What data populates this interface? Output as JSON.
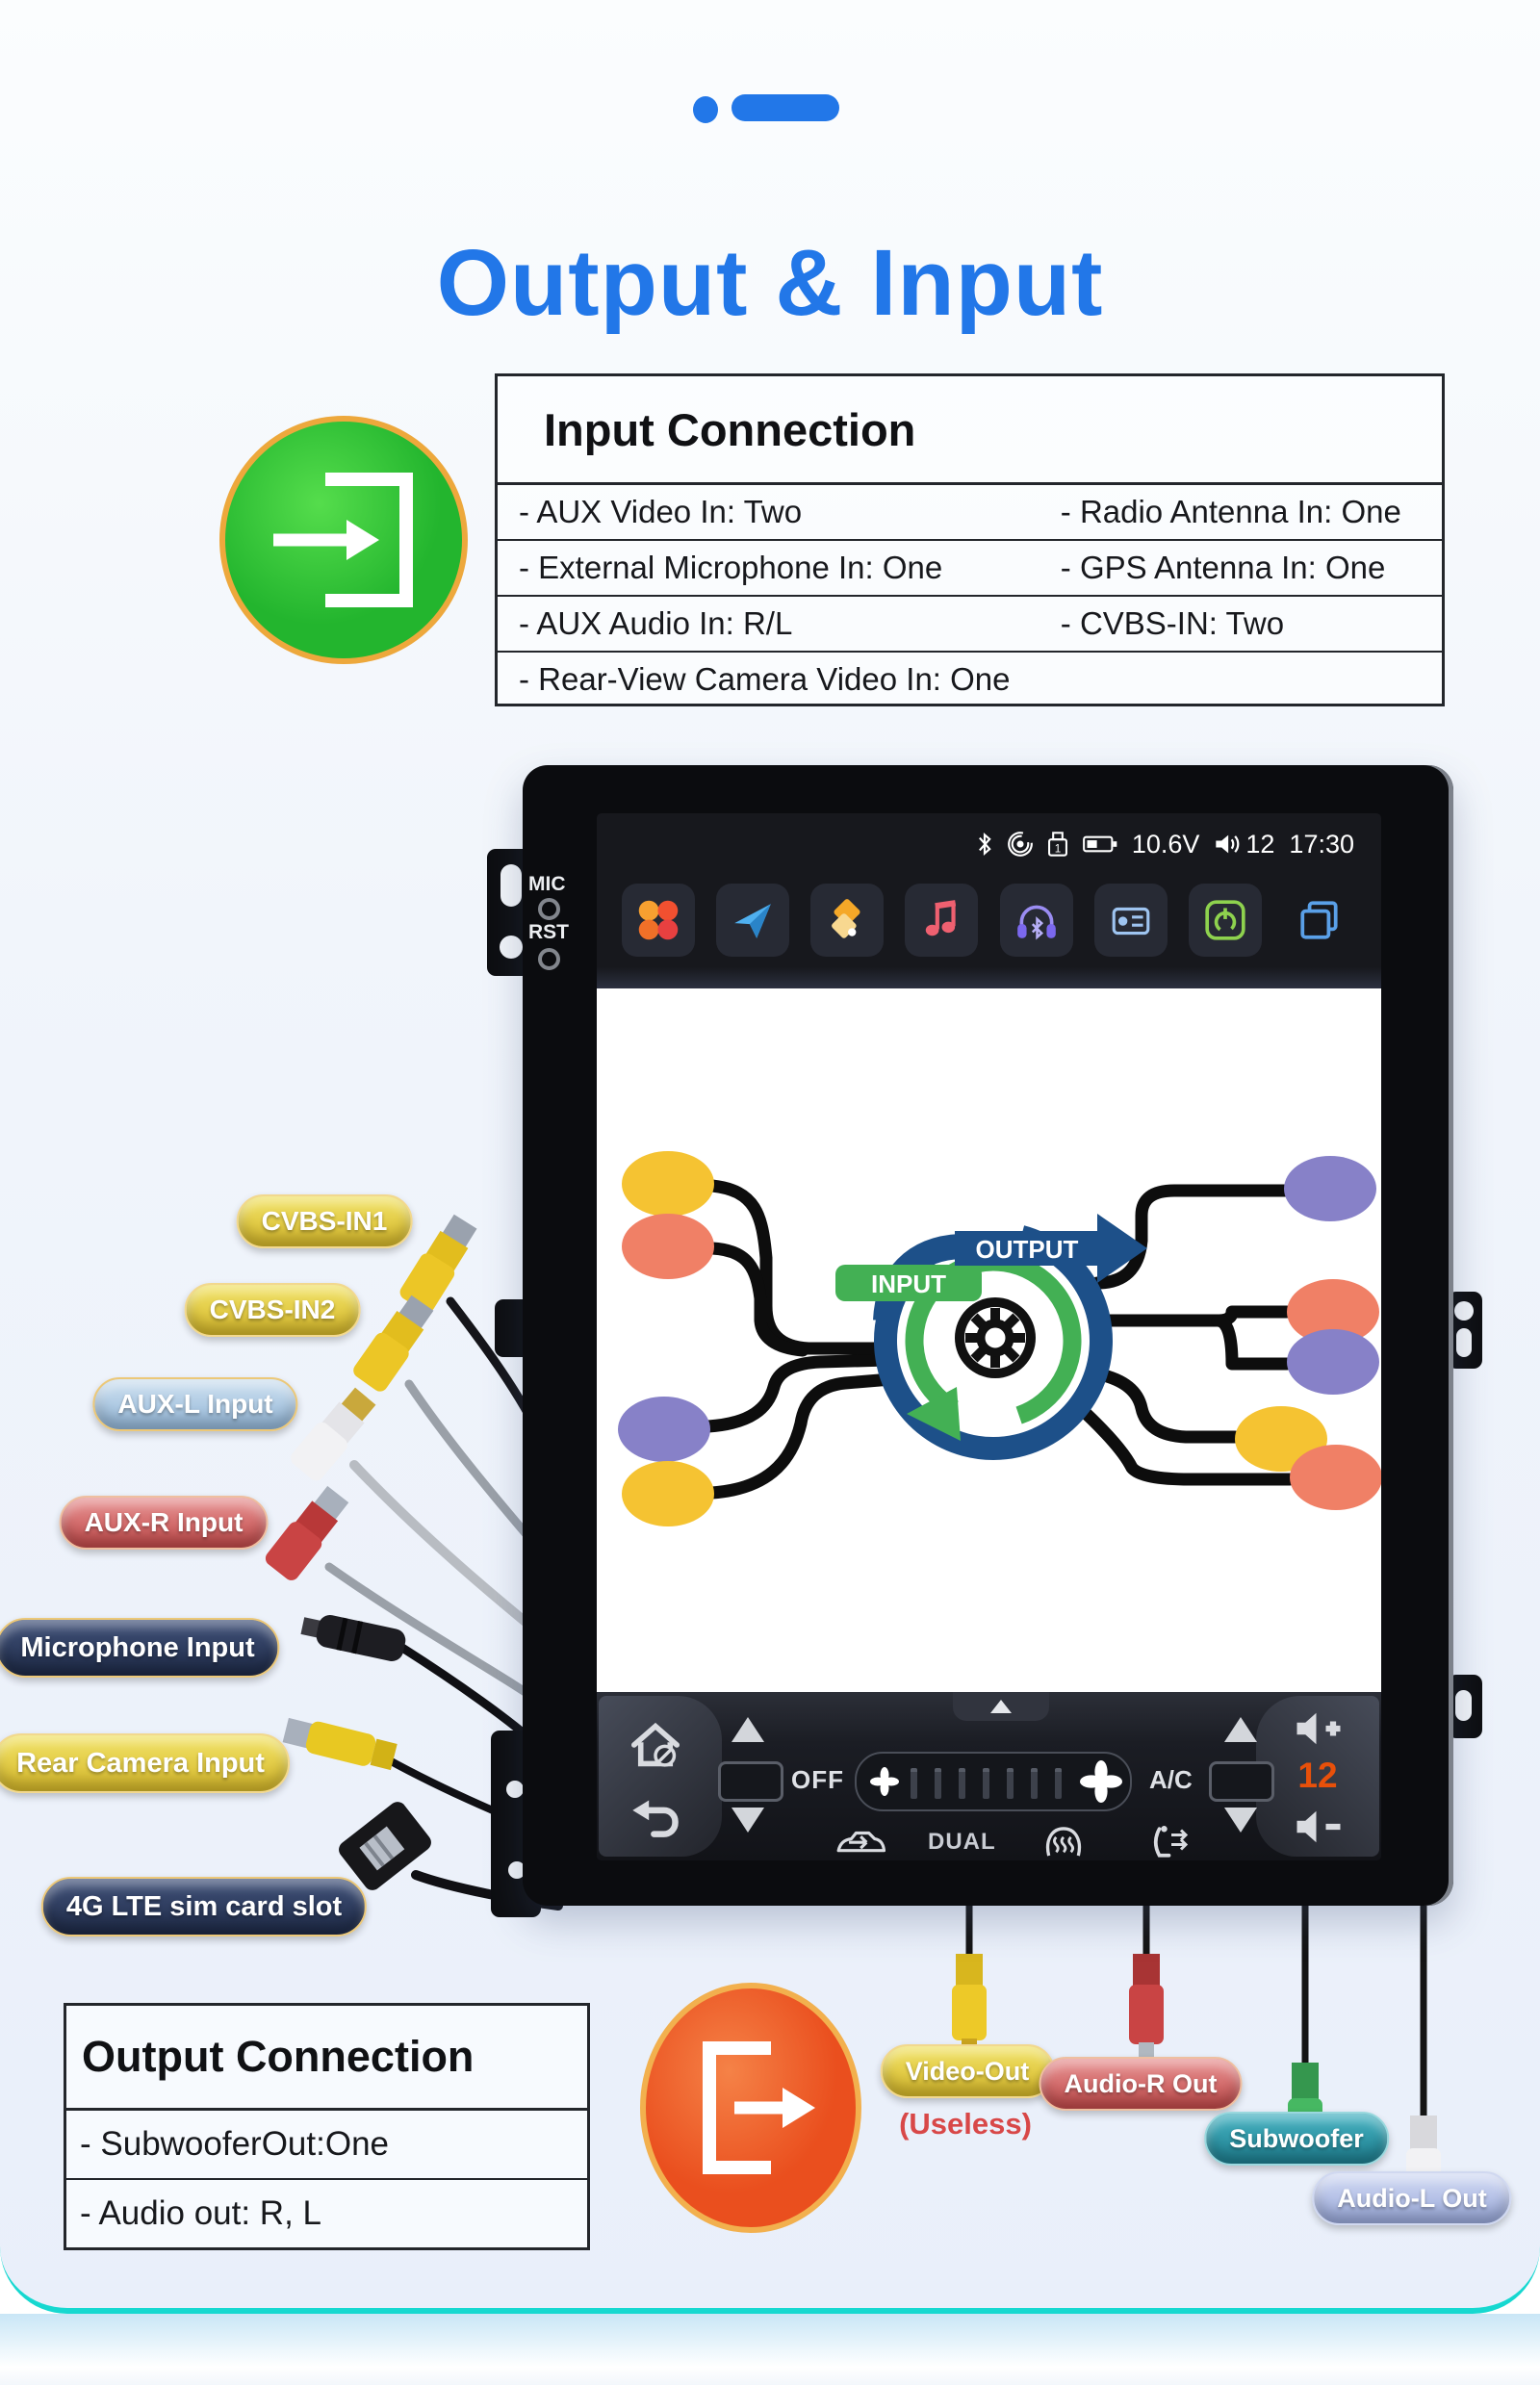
{
  "header": {
    "title": "Output & Input"
  },
  "input_section": {
    "title": "Input Connection",
    "left_items": [
      "- AUX Video In: Two",
      "- External Microphone In: One",
      "- AUX Audio In: R/L",
      "- Rear-View Camera Video In: One"
    ],
    "right_items": [
      "- Radio Antenna In: One",
      "- GPS Antenna In: One",
      "- CVBS-IN: Two"
    ]
  },
  "device": {
    "side_labels": [
      "MIC",
      "RST"
    ],
    "status_bar": {
      "voltage": "10.6V",
      "volume": "12",
      "time": "17:30"
    },
    "app_icons": [
      "apps",
      "navigation",
      "maps",
      "music",
      "bluetooth-music",
      "radio",
      "power",
      "multi-window"
    ],
    "diagram": {
      "input_label": "INPUT",
      "output_label": "OUTPUT"
    },
    "climate_bar": {
      "off": "OFF",
      "dual": "DUAL",
      "ac": "A/C",
      "volume_level": "12"
    }
  },
  "input_labels": [
    {
      "label": "CVBS-IN1",
      "color": "yellow"
    },
    {
      "label": "CVBS-IN2",
      "color": "yellow"
    },
    {
      "label": "AUX-L Input",
      "color": "blue"
    },
    {
      "label": "AUX-R Input",
      "color": "red"
    },
    {
      "label": "Microphone Input",
      "color": "navy"
    },
    {
      "label": "Rear Camera Input",
      "color": "yellow"
    },
    {
      "label": "4G LTE sim card slot",
      "color": "navy"
    }
  ],
  "output_section": {
    "title": "Output Connection",
    "items": [
      "- SubwooferOut:One",
      "- Audio out: R, L"
    ]
  },
  "output_labels": [
    {
      "label": "Video-Out",
      "note": "(Useless)",
      "color": "yellow"
    },
    {
      "label": "Audio-R Out",
      "color": "red"
    },
    {
      "label": "Subwoofer",
      "color": "teal"
    },
    {
      "label": "Audio-L Out",
      "color": "lavender"
    }
  ],
  "colors": {
    "accent-blue": "#2277e8",
    "band-cyan": "#16d8d0",
    "input-icon-green": "#35cc3e",
    "icon-ring-gold": "#eda83c",
    "output-icon-orange": "#ef5f2a",
    "node-yellow": "#f5c332",
    "node-orange": "#f08066",
    "node-purple": "#8781c8",
    "swirl-blue": "#1d5089",
    "swirl-green": "#43b054",
    "volume-red": "#e8500a",
    "useless-red": "#d84848"
  }
}
